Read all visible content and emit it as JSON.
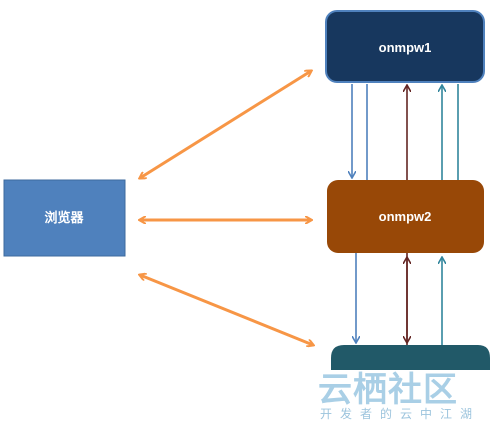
{
  "nodes": {
    "browser": {
      "label": "浏览器",
      "color": "#4f81bd",
      "border": "#3c6a9e"
    },
    "onmpw1": {
      "label": "onmpw1",
      "color": "#17375e",
      "border": "#4f81bd"
    },
    "onmpw2": {
      "label": "onmpw2",
      "color": "#984807",
      "border": "#984807"
    },
    "bottom": {
      "label": "",
      "color": "#215968",
      "border": "#215968"
    }
  },
  "colors": {
    "browser_links": "#f79646",
    "link_blue": "#4f81bd",
    "link_darkred": "#632523",
    "link_teal": "#31859c"
  },
  "watermark": {
    "main": "云栖社区",
    "sub": "开发者的云中江湖"
  }
}
